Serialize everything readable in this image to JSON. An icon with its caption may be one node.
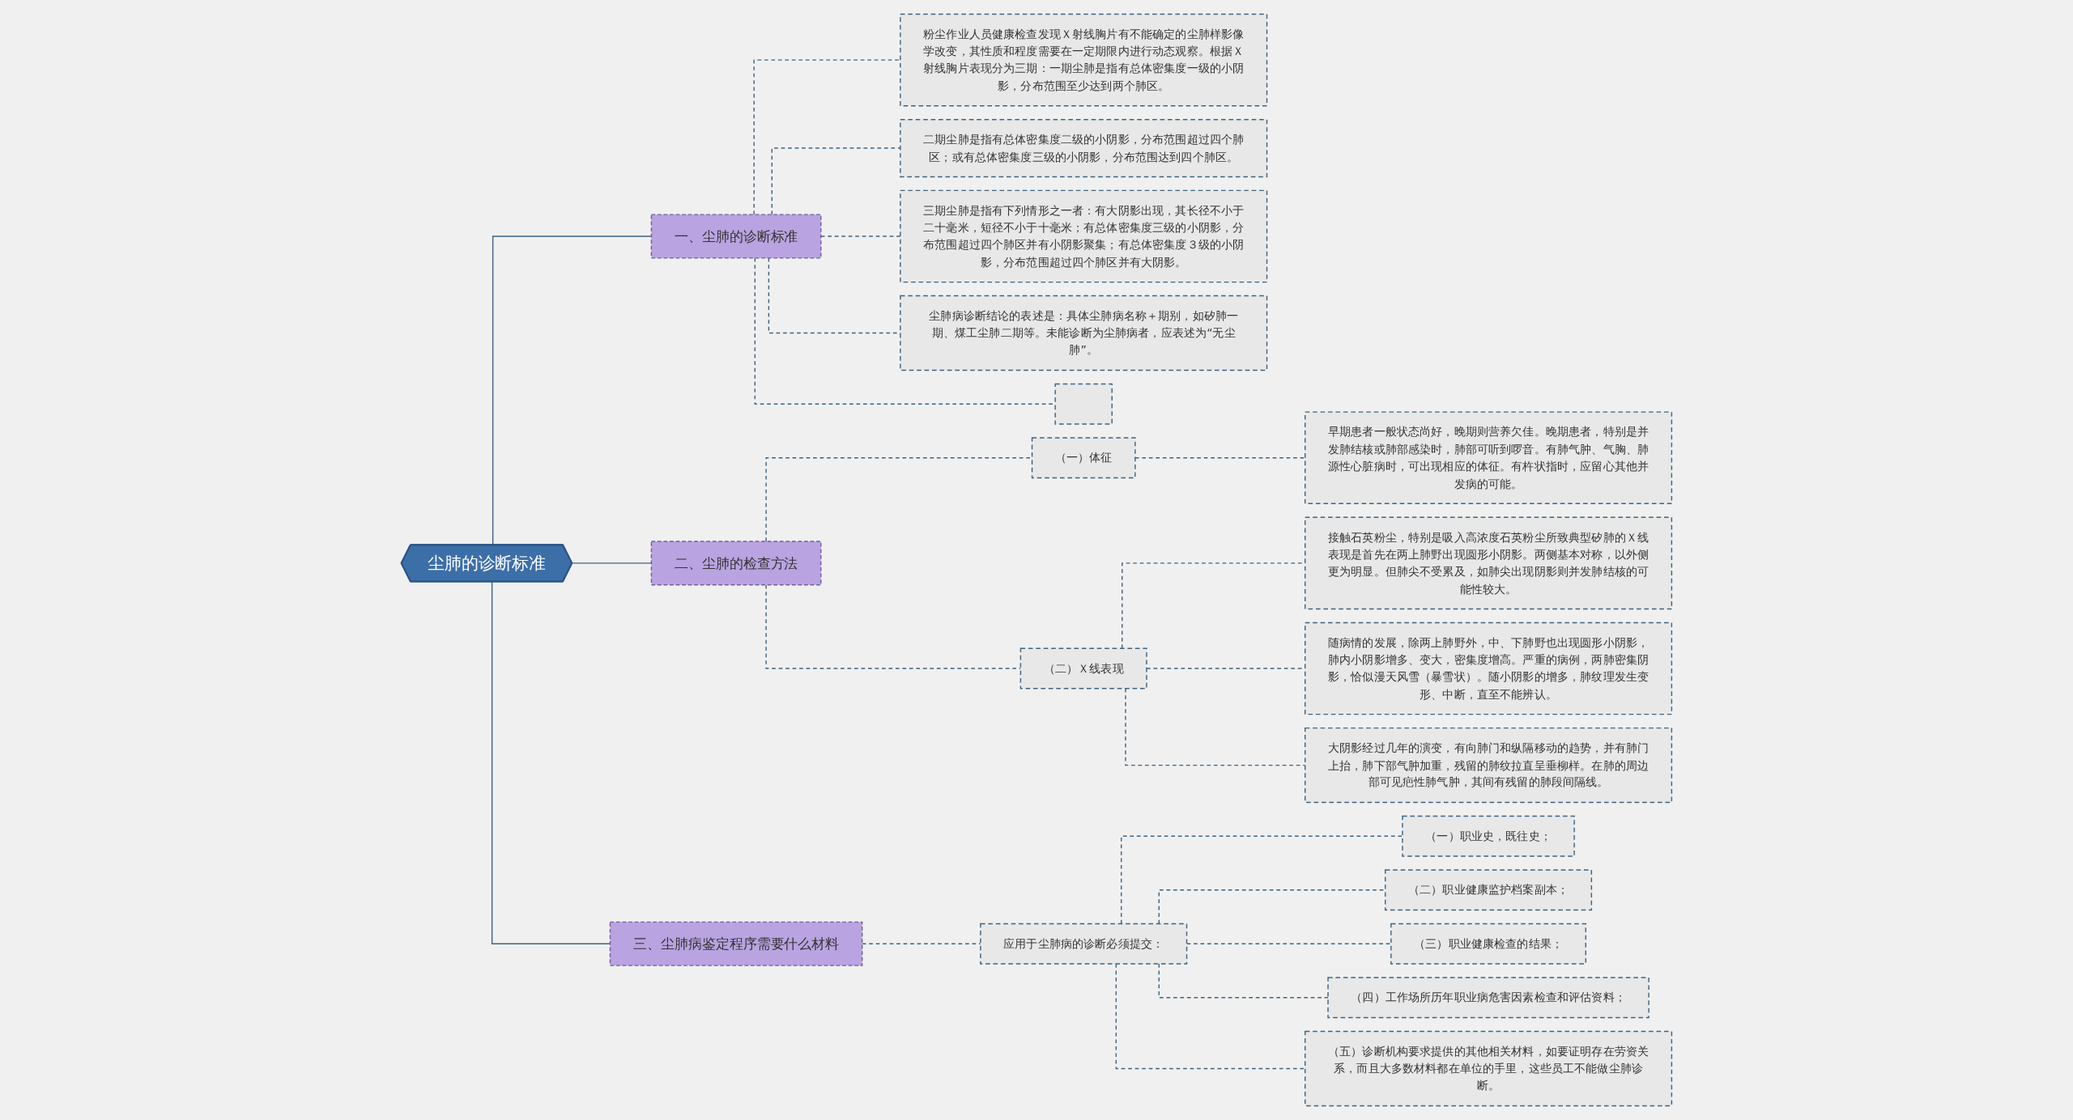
{
  "diagram": {
    "nodes": [
      {
        "text": [
          "尘肺的诊断标准"
        ]
      },
      {
        "text": [
          "一、尘肺的诊断标准"
        ]
      },
      {
        "text": [
          "粉尘作业人员健康检查发现Ｘ射线胸片有不能确定的尘肺样影像学改变，其性质和程度需要在一定期限内进行动态观察。根据Ｘ射线胸片表现分为三期：一期尘肺是指有总体密集度一级的小阴影，分布范围至少达到两个肺区。"
        ]
      },
      {
        "text": [
          "二期尘肺是指有总体密集度二级的小阴影，分布范围超过四个肺区；或有总体密集度三级的小阴影，分布范围达到四个肺区。"
        ]
      },
      {
        "text": [
          "三期尘肺是指有下列情形之一者：有大阴影出现，其长径不小于二十毫米，短径不小于十毫米；有总体密集度三级的小阴影，分布范围超过四个肺区并有小阴影聚集；有总体密集度３级的小阴影，分布范围超过四个肺区并有大阴影。"
        ]
      },
      {
        "text": [
          "尘肺病诊断结论的表述是：具体尘肺病名称＋期别，如矽肺一期、煤工尘肺二期等。未能诊断为尘肺病者，应表述为“无尘肺”。"
        ]
      },
      {
        "text": [],
        "shape": "box"
      },
      {
        "text": [
          "二、尘肺的检查方法"
        ]
      },
      {
        "text": [
          "（一）体征"
        ]
      },
      {
        "text": [
          "早期患者一般状态尚好，晚期则营养欠佳。晚期患者，特别是并发肺结核或肺部感染时，肺部可听到啰音。有肺气肿、气胸、肺源性心脏病时，可出现相应的体征。有杵状指时，应留心其他并发病的可能。"
        ]
      },
      {
        "text": [
          "（二）Ｘ线表现"
        ]
      },
      {
        "text": [
          "接触石英粉尘，特别是吸入高浓度石英粉尘所致典型矽肺的Ｘ线表现是首先在两上肺野出现圆形小阴影。两侧基本对称，以外侧更为明显。但肺尖不受累及，如肺尖出现阴影则并发肺结核的可能性较大。"
        ]
      },
      {
        "text": [
          "随病情的发展，除两上肺野外，中、下肺野也出现圆形小阴影，肺内小阴影增多、变大，密集度增高。严重的病例，两肺密集阴影，恰似漫天风雪（暴雪状）。随小阴影的增多，肺纹理发生变形、中断，直至不能辨认。"
        ]
      },
      {
        "text": [
          "大阴影经过几年的演变，有向肺门和纵隔移动的趋势，并有肺门上抬，肺下部气肿加重，残留的肺纹拉直呈垂柳样。在肺的周边部可见疤性肺气肿，其间有残留的肺段间隔线。"
        ]
      },
      {
        "text": [
          "三、尘肺病鉴定程序需要什么材料"
        ]
      },
      {
        "text": [
          "应用于尘肺病的诊断必须提交："
        ]
      },
      {
        "text": [
          "（一）职业史，既往史；"
        ]
      },
      {
        "text": [
          "（二）职业健康监护档案副本；"
        ]
      },
      {
        "text": [
          "（三）职业健康检查的结果；"
        ]
      },
      {
        "text": [
          "（四）工作场所历年职业病危害因素检查和评估资料；"
        ]
      },
      {
        "text": [
          "（五）诊断机构要求提供的其他相关材料，如要证明存在劳资关系，而且大多数材料都在单位的手里，这些员工不能做尘肺诊断。"
        ]
      }
    ],
    "edges": [
      {
        "from": 0,
        "to": 1,
        "arrow": "none"
      },
      {
        "from": 1,
        "to": 2,
        "arrow": "none",
        "style": "dashed"
      },
      {
        "from": 1,
        "to": 3,
        "arrow": "none",
        "style": "dashed"
      },
      {
        "from": 1,
        "to": 4,
        "arrow": "none",
        "style": "dashed"
      },
      {
        "from": 1,
        "to": 5,
        "arrow": "none",
        "style": "dashed"
      },
      {
        "from": 1,
        "to": 6,
        "arrow": "none",
        "style": "dashed"
      },
      {
        "from": 0,
        "to": 7,
        "arrow": "none"
      },
      {
        "from": 7,
        "to": 8,
        "arrow": "none",
        "style": "dashed"
      },
      {
        "from": 8,
        "to": 9,
        "arrow": "none",
        "style": "dashed"
      },
      {
        "from": 7,
        "to": 10,
        "arrow": "none",
        "style": "dashed"
      },
      {
        "from": 10,
        "to": 11,
        "arrow": "none",
        "style": "dashed"
      },
      {
        "from": 10,
        "to": 12,
        "arrow": "none",
        "style": "dashed"
      },
      {
        "from": 10,
        "to": 13,
        "arrow": "none",
        "style": "dashed"
      },
      {
        "from": 0,
        "to": 14,
        "arrow": "none"
      },
      {
        "from": 14,
        "to": 15,
        "arrow": "none",
        "style": "dashed"
      },
      {
        "from": 15,
        "to": 16,
        "arrow": "none",
        "style": "dashed"
      },
      {
        "from": 15,
        "to": 17,
        "arrow": "none",
        "style": "dashed"
      },
      {
        "from": 15,
        "to": 18,
        "arrow": "none",
        "style": "dashed"
      },
      {
        "from": 15,
        "to": 19,
        "arrow": "none",
        "style": "dashed"
      },
      {
        "from": 15,
        "to": 20,
        "arrow": "none",
        "style": "dashed"
      }
    ]
  }
}
